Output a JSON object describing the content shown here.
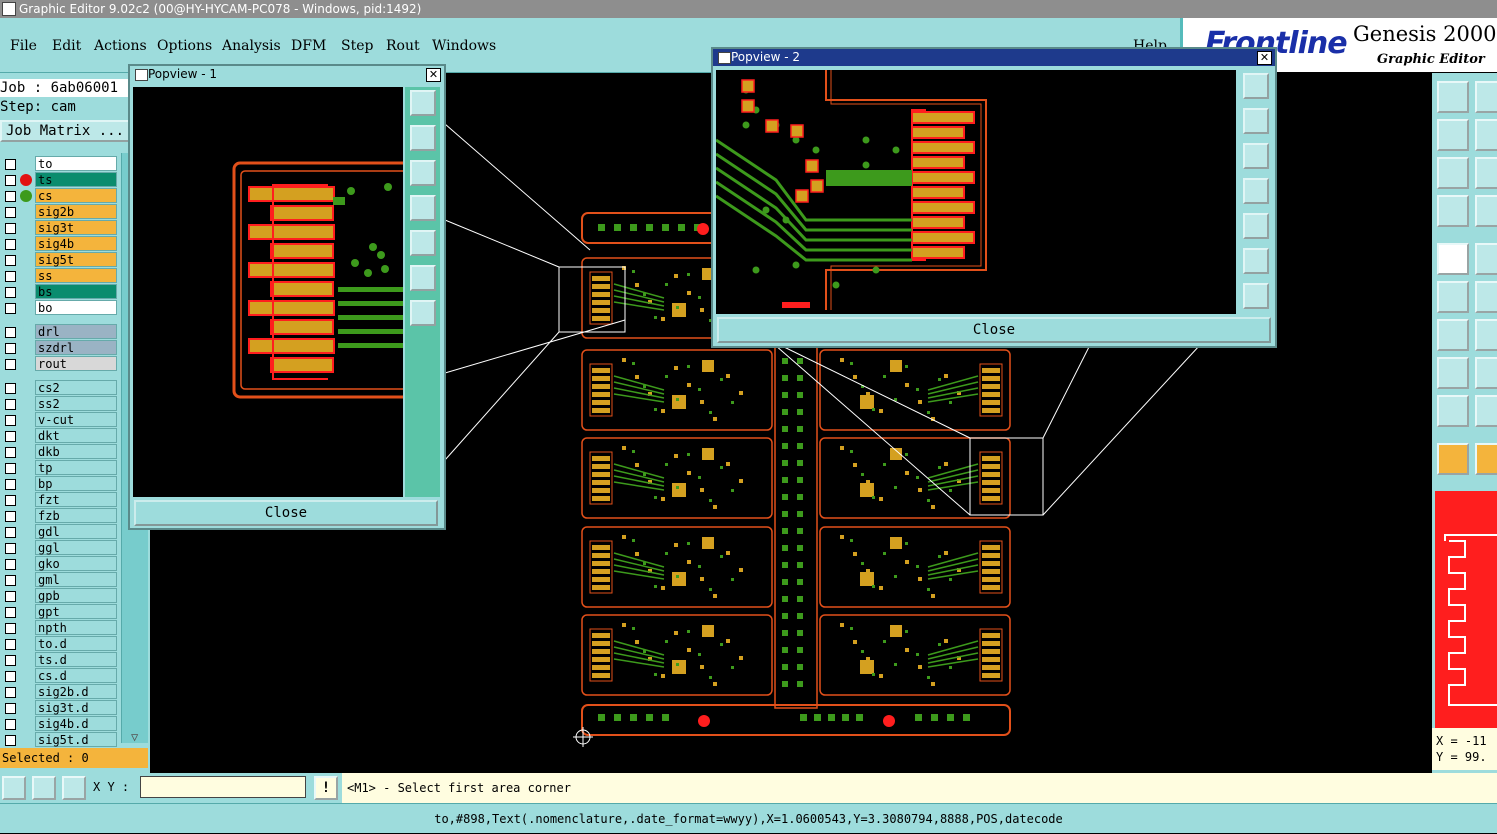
{
  "window": {
    "title": "Graphic Editor 9.02c2 (00@HY-HYCAM-PC078 - Windows, pid:1492)"
  },
  "menu": [
    "File",
    "Edit",
    "Actions",
    "Options",
    "Analysis",
    "DFM",
    "Step",
    "Rout",
    "Windows"
  ],
  "menu_help": "Help",
  "brand": {
    "logo": "Frontline",
    "product": "Genesis 2000",
    "subtitle": "Graphic Editor"
  },
  "job": {
    "job_line": "Job : 6ab06001",
    "step_line": "Step: cam",
    "matrix_button": "Job Matrix ..."
  },
  "layers": [
    {
      "name": "to",
      "color": "#ffffff",
      "dot": ""
    },
    {
      "name": "ts",
      "color": "#0a8c6e",
      "dot": "#e21212"
    },
    {
      "name": "cs",
      "color": "#f4b43c",
      "dot": "#3d9a1c"
    },
    {
      "name": "sig2b",
      "color": "#f4b43c",
      "dot": ""
    },
    {
      "name": "sig3t",
      "color": "#f4b43c",
      "dot": ""
    },
    {
      "name": "sig4b",
      "color": "#f4b43c",
      "dot": ""
    },
    {
      "name": "sig5t",
      "color": "#f4b43c",
      "dot": ""
    },
    {
      "name": "ss",
      "color": "#f4b43c",
      "dot": ""
    },
    {
      "name": "bs",
      "color": "#0a8c6e",
      "dot": ""
    },
    {
      "name": "bo",
      "color": "#ffffff",
      "dot": ""
    }
  ],
  "drill_layers": [
    {
      "name": "drl",
      "color": "#9ab3c4"
    },
    {
      "name": "szdrl",
      "color": "#9ab3c4"
    },
    {
      "name": "rout",
      "color": "#d8d8d8"
    }
  ],
  "misc_layers": [
    "cs2",
    "ss2",
    "v-cut",
    "dkt",
    "dkb",
    "tp",
    "bp",
    "fzt",
    "fzb",
    "gdl",
    "ggl",
    "gko",
    "gml",
    "gpb",
    "gpt",
    "npth",
    "to.d",
    "ts.d",
    "cs.d",
    "sig2b.d",
    "sig3t.d",
    "sig4b.d",
    "sig5t.d"
  ],
  "selected": "Selected : 0",
  "popups": [
    {
      "title": "Popview - 1",
      "close": "Close"
    },
    {
      "title": "Popview - 2",
      "close": "Close"
    }
  ],
  "command": {
    "xy_label": "X Y :",
    "input_value": "",
    "message": "<M1> - Select first area corner"
  },
  "coords": {
    "x": "X = -11",
    "y": "Y = 99."
  },
  "status": "to,#898,Text(.nomenclature,.date_format=wwyy),X=1.0600543,Y=3.3080794,8888,POS,datecode",
  "colors": {
    "panel": "#9ddcdc",
    "copper": "#d4a020",
    "green": "#3d9a1c",
    "outline": "#e2501a",
    "red": "#ff1e1e"
  }
}
